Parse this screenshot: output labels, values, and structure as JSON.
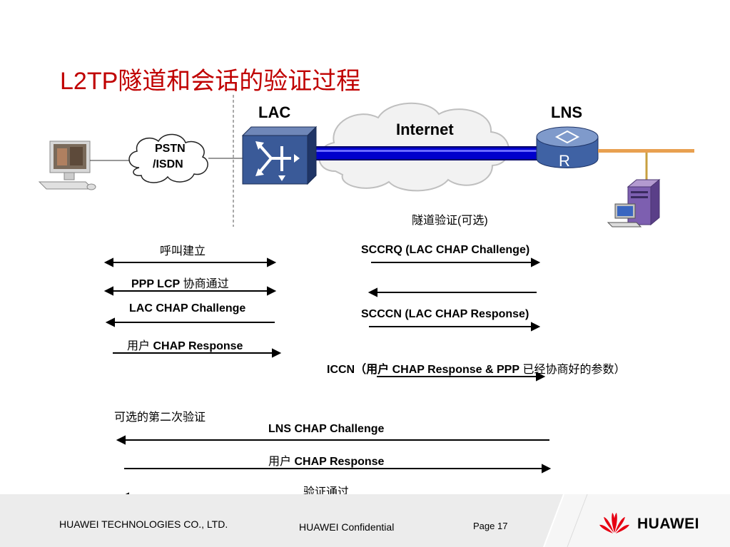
{
  "title": "L2TP隧道和会话的验证过程",
  "nodes": {
    "lac": "LAC",
    "lns": "LNS",
    "internet": "Internet",
    "pstn_line1": "PSTN",
    "pstn_line2": "/ISDN",
    "router_letter": "R"
  },
  "left_flows": {
    "call_setup": "呼叫建立",
    "ppp_lcp_en": "PPP LCP",
    "ppp_lcp_zh": "协商通过",
    "lac_chap_challenge": "LAC CHAP Challenge",
    "user_chap_zh": "用户",
    "user_chap_en": "CHAP Response"
  },
  "right_flows": {
    "tunnel_auth": "隧道验证(可选)",
    "sccrq": "SCCRQ (LAC CHAP Challenge)",
    "scccn": "SCCCN (LAC CHAP Response)",
    "iccn_a": "ICCN（用户",
    "iccn_b": "CHAP Response & PPP",
    "iccn_c": "已经协商好的参数）"
  },
  "second_auth": {
    "heading": "可选的第二次验证",
    "lns_chap_challenge": "LNS CHAP Challenge",
    "user_zh": "用户",
    "user_en": "CHAP Response",
    "passed": "验证通过"
  },
  "footer": {
    "company": "HUAWEI TECHNOLOGIES CO., LTD.",
    "confidential": "HUAWEI Confidential",
    "page": "Page 17",
    "logo_text": "HUAWEI"
  },
  "colors": {
    "title": "#c00000",
    "tunnel_blue": "#0000cc",
    "lac_box": "#2f4f8f",
    "footer_bg": "#ececec",
    "logo_red": "#e60012"
  }
}
